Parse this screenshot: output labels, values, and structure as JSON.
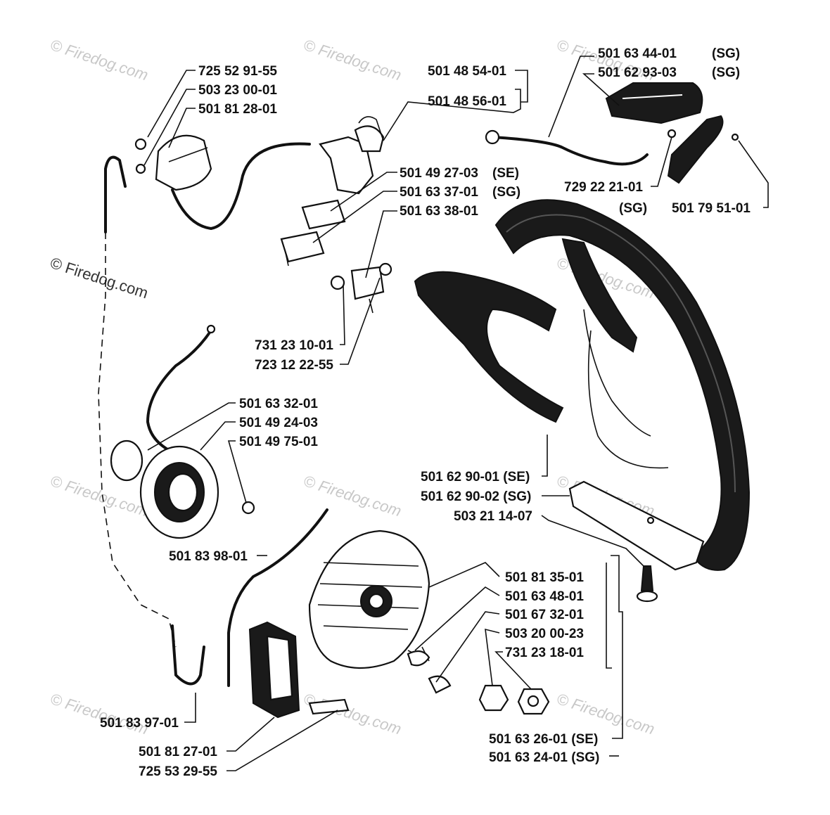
{
  "watermark": {
    "text": "© Firedog.com"
  },
  "labels": {
    "p7255291": "725 52 91-55",
    "p5032300": "503 23 00-01",
    "p5018128": "501 81 28-01",
    "p5014854": "501 48 54-01",
    "p5014856": "501 48 56-01",
    "p5016344": "501 63 44-01",
    "p5016344_tag": "(SG)",
    "p5016293": "501 62 93-03",
    "p5016293_tag": "(SG)",
    "p5014927": "501 49 27-03",
    "p5014927_tag": "(SE)",
    "p5016337": "501 63 37-01",
    "p5016337_tag": "(SG)",
    "p5016338": "501 63 38-01",
    "p7292221": "729 22 21-01",
    "p_sg_lone": "(SG)",
    "p5017951": "501 79 51-01",
    "p7312310": "731 23 10-01",
    "p7231222": "723 12 22-55",
    "p5016332": "501 63 32-01",
    "p5014924": "501 49 24-03",
    "p5014975": "501 49 75-01",
    "p5016290se": "501 62 90-01 (SE)",
    "p5016290sg": "501 62 90-02 (SG)",
    "p5032114": "503 21 14-07",
    "p5018398": "501 83 98-01",
    "p5018135": "501 81 35-01",
    "p5016348": "501 63 48-01",
    "p5016732": "501 67 32-01",
    "p5032000": "503 20 00-23",
    "p7312318": "731 23 18-01",
    "p5018397": "501 83 97-01",
    "p5018127": "501 81 27-01",
    "p7255329": "725 53 29-55",
    "p5016326": "501 63 26-01 (SE)",
    "p5016324": "501 63 24-01 (SG)"
  }
}
